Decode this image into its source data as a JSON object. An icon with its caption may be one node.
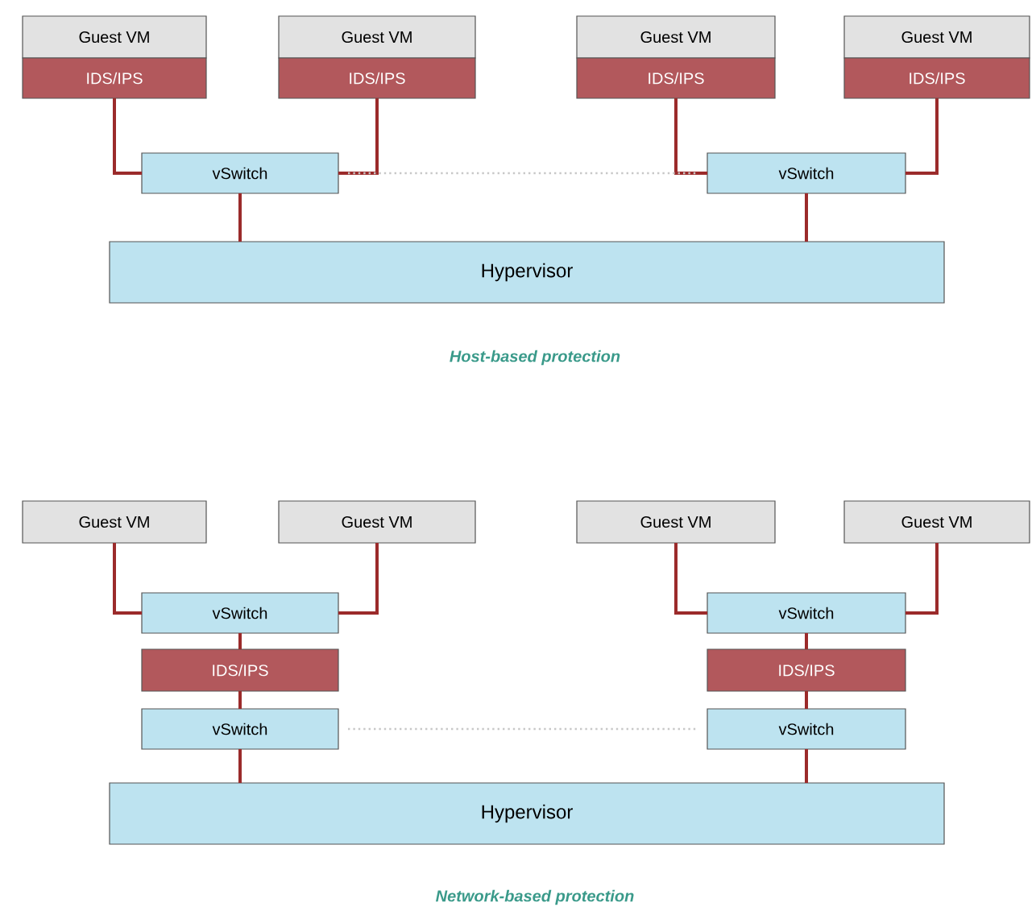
{
  "diagram": {
    "nodes": [
      {
        "text": [
          "Guest VM"
        ]
      },
      {
        "text": [
          "IDS/IPS"
        ]
      },
      {
        "text": [
          "Guest VM"
        ]
      },
      {
        "text": [
          "IDS/IPS"
        ]
      },
      {
        "text": [
          "Guest VM"
        ]
      },
      {
        "text": [
          "IDS/IPS"
        ]
      },
      {
        "text": [
          "Guest VM"
        ]
      },
      {
        "text": [
          "IDS/IPS"
        ]
      },
      {
        "text": [
          "vSwitch"
        ]
      },
      {
        "text": [
          "vSwitch"
        ]
      },
      {
        "text": [
          "Hypervisor"
        ]
      },
      {
        "text": [
          "Guest VM"
        ]
      },
      {
        "text": [
          "Guest VM"
        ]
      },
      {
        "text": [
          "Guest VM"
        ]
      },
      {
        "text": [
          "Guest VM"
        ]
      },
      {
        "text": [
          "vSwitch"
        ]
      },
      {
        "text": [
          "IDS/IPS"
        ]
      },
      {
        "text": [
          "vSwitch"
        ]
      },
      {
        "text": [
          "vSwitch"
        ]
      },
      {
        "text": [
          "IDS/IPS"
        ]
      },
      {
        "text": [
          "vSwitch"
        ]
      },
      {
        "text": [
          "Hypervisor"
        ]
      }
    ],
    "edges": [
      {
        "from": 1,
        "to": 8,
        "arrow": "none"
      },
      {
        "from": 3,
        "to": 8,
        "arrow": "none"
      },
      {
        "from": 5,
        "to": 9,
        "arrow": "none"
      },
      {
        "from": 7,
        "to": 9,
        "arrow": "none"
      },
      {
        "from": 8,
        "to": 10,
        "arrow": "none"
      },
      {
        "from": 9,
        "to": 10,
        "arrow": "none"
      },
      {
        "from": 8,
        "to": 9,
        "arrow": "none",
        "style": "dashed",
        "color": "#c8c8c8"
      },
      {
        "from": 11,
        "to": 15,
        "arrow": "none"
      },
      {
        "from": 12,
        "to": 15,
        "arrow": "none"
      },
      {
        "from": 15,
        "to": 16,
        "arrow": "none"
      },
      {
        "from": 16,
        "to": 17,
        "arrow": "none"
      },
      {
        "from": 17,
        "to": 21,
        "arrow": "none"
      },
      {
        "from": 13,
        "to": 18,
        "arrow": "none"
      },
      {
        "from": 14,
        "to": 18,
        "arrow": "none"
      },
      {
        "from": 18,
        "to": 19,
        "arrow": "none"
      },
      {
        "from": 19,
        "to": 20,
        "arrow": "none"
      },
      {
        "from": 20,
        "to": 21,
        "arrow": "none"
      },
      {
        "from": 17,
        "to": 20,
        "arrow": "none",
        "style": "dashed",
        "color": "#c8c8c8"
      }
    ],
    "labels": [
      "Host-based protection",
      "Network-based protection"
    ]
  }
}
